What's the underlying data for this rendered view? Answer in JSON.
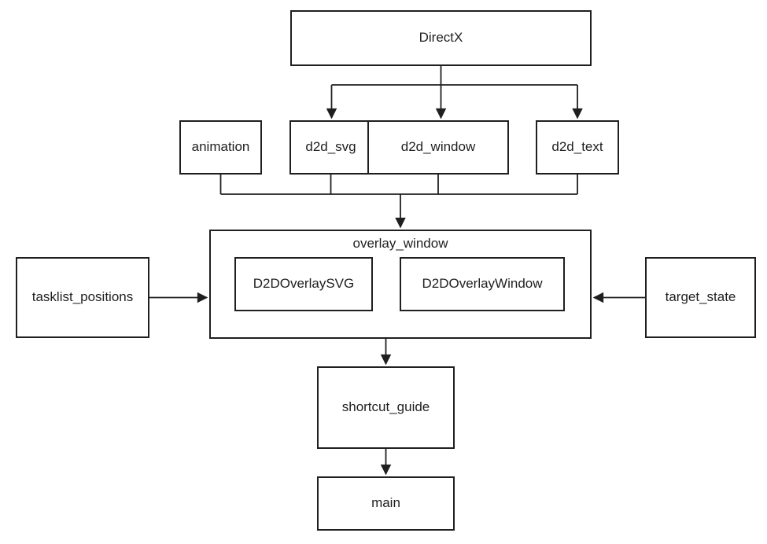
{
  "diagram": {
    "type": "dependency-flowchart",
    "nodes": {
      "directx": {
        "label": "DirectX"
      },
      "animation": {
        "label": "animation"
      },
      "d2d_svg": {
        "label": "d2d_svg"
      },
      "d2d_window": {
        "label": "d2d_window"
      },
      "d2d_text": {
        "label": "d2d_text"
      },
      "overlay_window": {
        "label": "overlay_window"
      },
      "d2d_overlay_svg": {
        "label": "D2DOverlaySVG"
      },
      "d2d_overlay_window": {
        "label": "D2DOverlayWindow"
      },
      "tasklist_positions": {
        "label": "tasklist_positions"
      },
      "target_state": {
        "label": "target_state"
      },
      "shortcut_guide": {
        "label": "shortcut_guide"
      },
      "main": {
        "label": "main"
      }
    },
    "containment": [
      {
        "parent": "overlay_window",
        "children": [
          "d2d_overlay_svg",
          "d2d_overlay_window"
        ]
      }
    ],
    "edges": [
      {
        "from": "directx",
        "to": "d2d_svg"
      },
      {
        "from": "directx",
        "to": "d2d_window"
      },
      {
        "from": "directx",
        "to": "d2d_text"
      },
      {
        "from": "animation",
        "to": "overlay_window"
      },
      {
        "from": "d2d_svg",
        "to": "overlay_window"
      },
      {
        "from": "d2d_window",
        "to": "overlay_window"
      },
      {
        "from": "d2d_text",
        "to": "overlay_window"
      },
      {
        "from": "tasklist_positions",
        "to": "overlay_window"
      },
      {
        "from": "target_state",
        "to": "overlay_window"
      },
      {
        "from": "overlay_window",
        "to": "shortcut_guide"
      },
      {
        "from": "shortcut_guide",
        "to": "main"
      }
    ],
    "colors": {
      "line": "#1f1f1f",
      "text": "#1f1f1f",
      "background": "#ffffff"
    }
  }
}
